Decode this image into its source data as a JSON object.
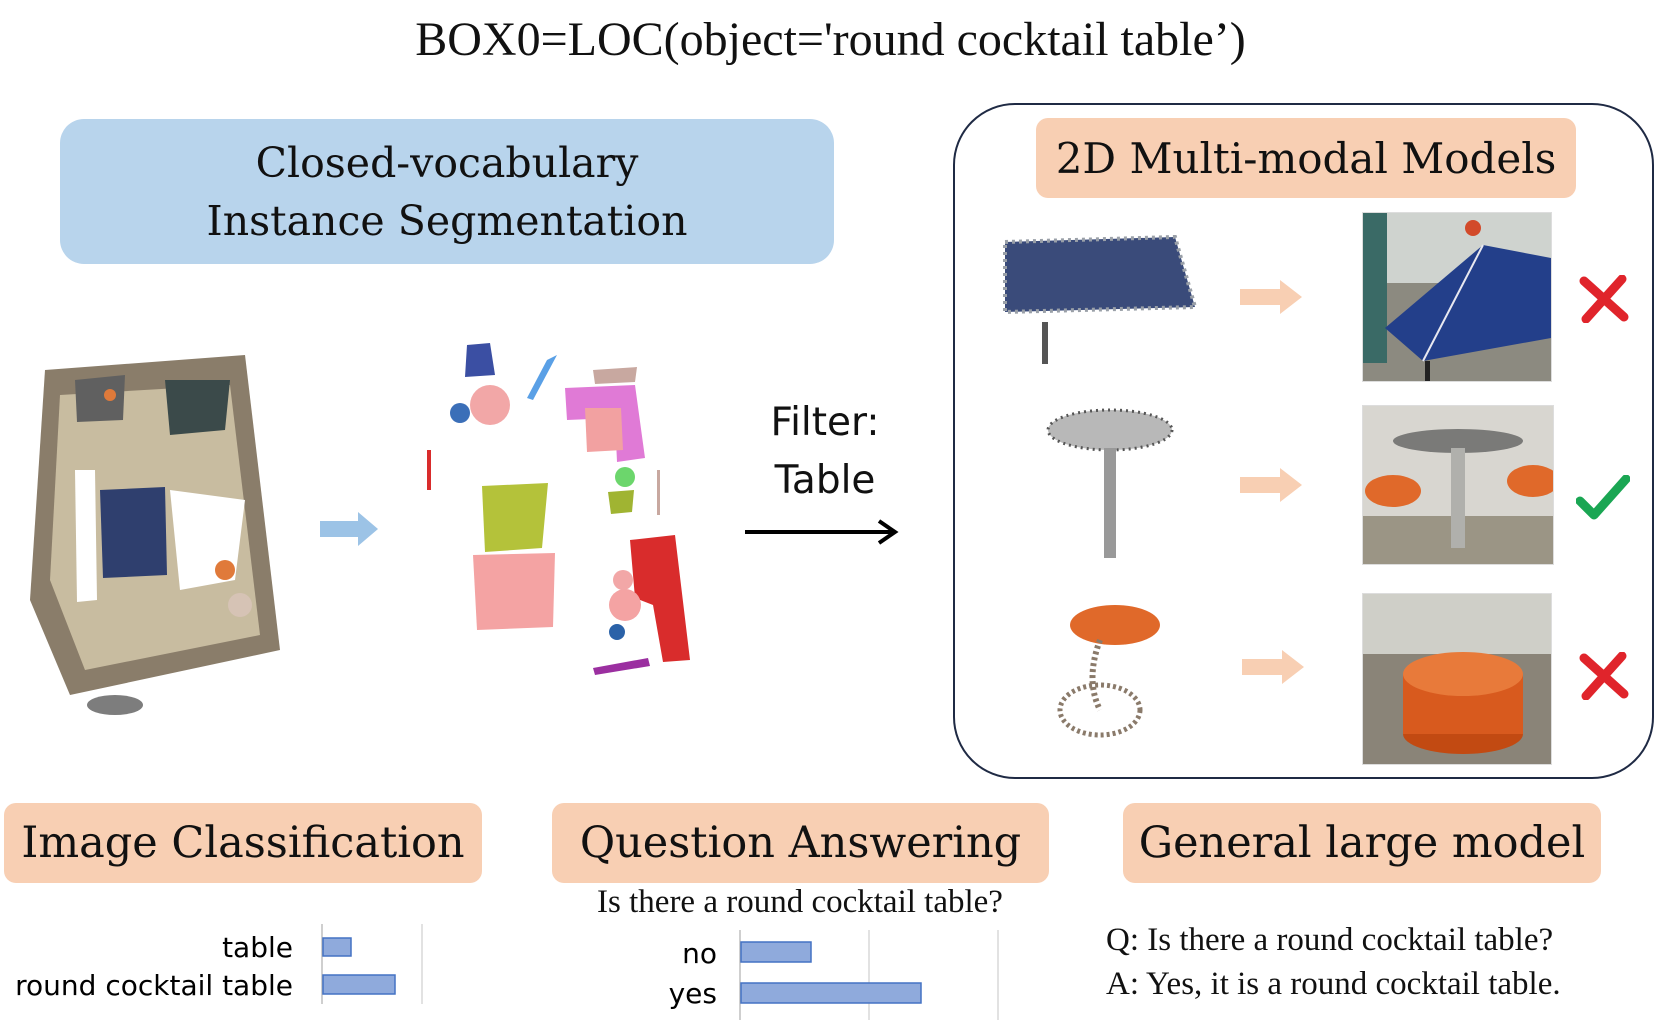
{
  "header": {
    "program_line": "BOX0=LOC(object='round cocktail table’)"
  },
  "segmentation": {
    "line1": "Closed-vocabulary",
    "line2": "Instance Segmentation"
  },
  "filter": {
    "line1": "Filter:",
    "line2": "Table"
  },
  "multimodal": {
    "title": "2D Multi-modal Models",
    "candidates": [
      {
        "point_cloud": "ping-pong-table-pointcloud",
        "photo": "ping-pong-table-photo",
        "verdict": "cross-icon"
      },
      {
        "point_cloud": "round-table-pointcloud",
        "photo": "round-cocktail-table-photo",
        "verdict": "check-icon"
      },
      {
        "point_cloud": "stool-pointcloud",
        "photo": "orange-stool-photo",
        "verdict": "cross-icon"
      }
    ]
  },
  "image_classification": {
    "title": "Image Classification",
    "chart_data": {
      "type": "bar",
      "orientation": "horizontal",
      "categories": [
        "table",
        "round cocktail table"
      ],
      "values": [
        0.28,
        0.72
      ],
      "xlim": [
        0,
        1
      ]
    }
  },
  "question_answering": {
    "title": "Question Answering",
    "question": "Is there a round cocktail table?",
    "chart_data": {
      "type": "bar",
      "orientation": "horizontal",
      "categories": [
        "no",
        "yes"
      ],
      "values": [
        0.28,
        0.72
      ],
      "xlim": [
        0,
        1
      ]
    }
  },
  "general_model": {
    "title": "General large model",
    "q": "Q: Is there a round cocktail table?",
    "a": "A: Yes, it is a round cocktail table."
  },
  "colors": {
    "blue_pill": "#b8d4ec",
    "orange_pill": "#f8cfb3",
    "bar_fill": "#8faadc",
    "bar_stroke": "#4472c4",
    "cross": "#e0242b",
    "check": "#1aa653"
  }
}
